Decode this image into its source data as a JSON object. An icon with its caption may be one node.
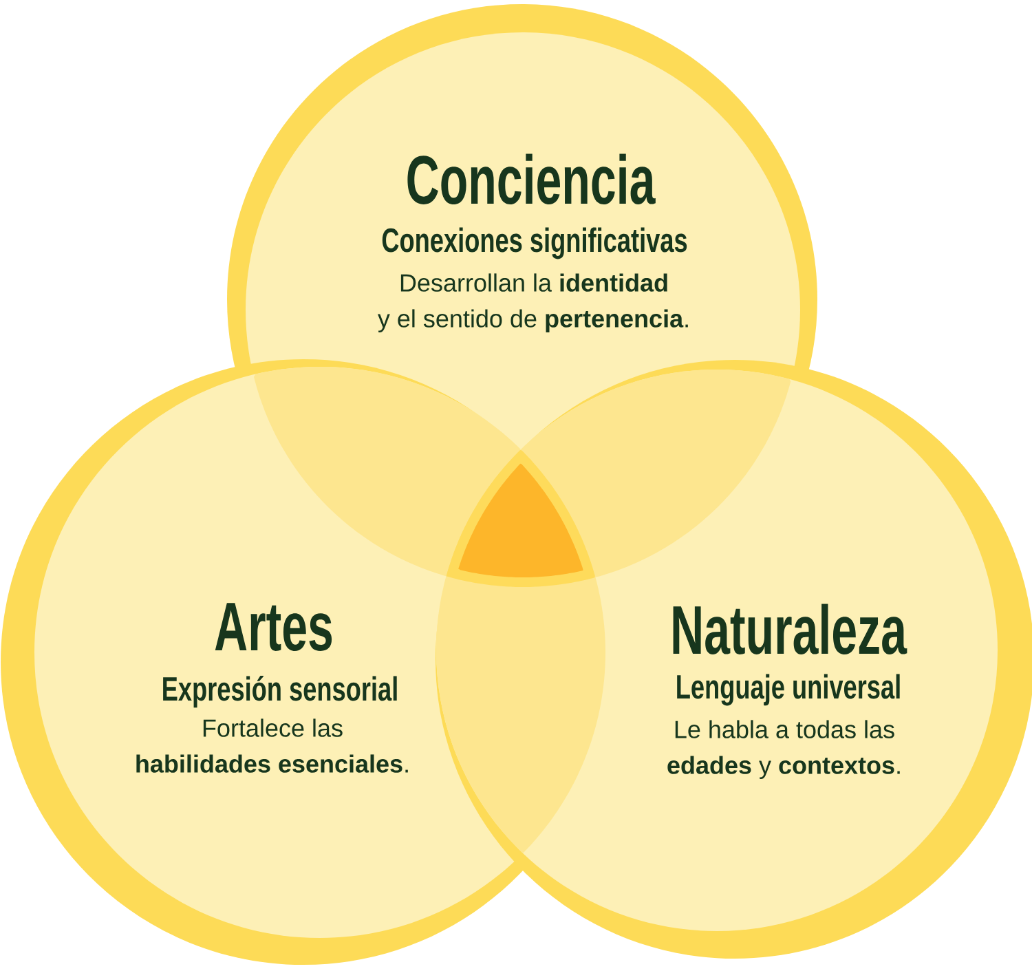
{
  "diagram": {
    "nodes": [
      {
        "text": [
          "Conciencia",
          "Conexiones significativas",
          "Desarrollan la **identidad** y el sentido de **pertenencia**."
        ]
      },
      {
        "text": [
          "Artes",
          "Expresión sensorial",
          "Fortalece las **habilidades esenciales**."
        ]
      },
      {
        "text": [
          "Naturaleza",
          "Lenguaje universal",
          "Le habla a todas las **edades** y **contextos**."
        ]
      },
      {
        "text": [],
        "shape": "triangle"
      }
    ]
  }
}
